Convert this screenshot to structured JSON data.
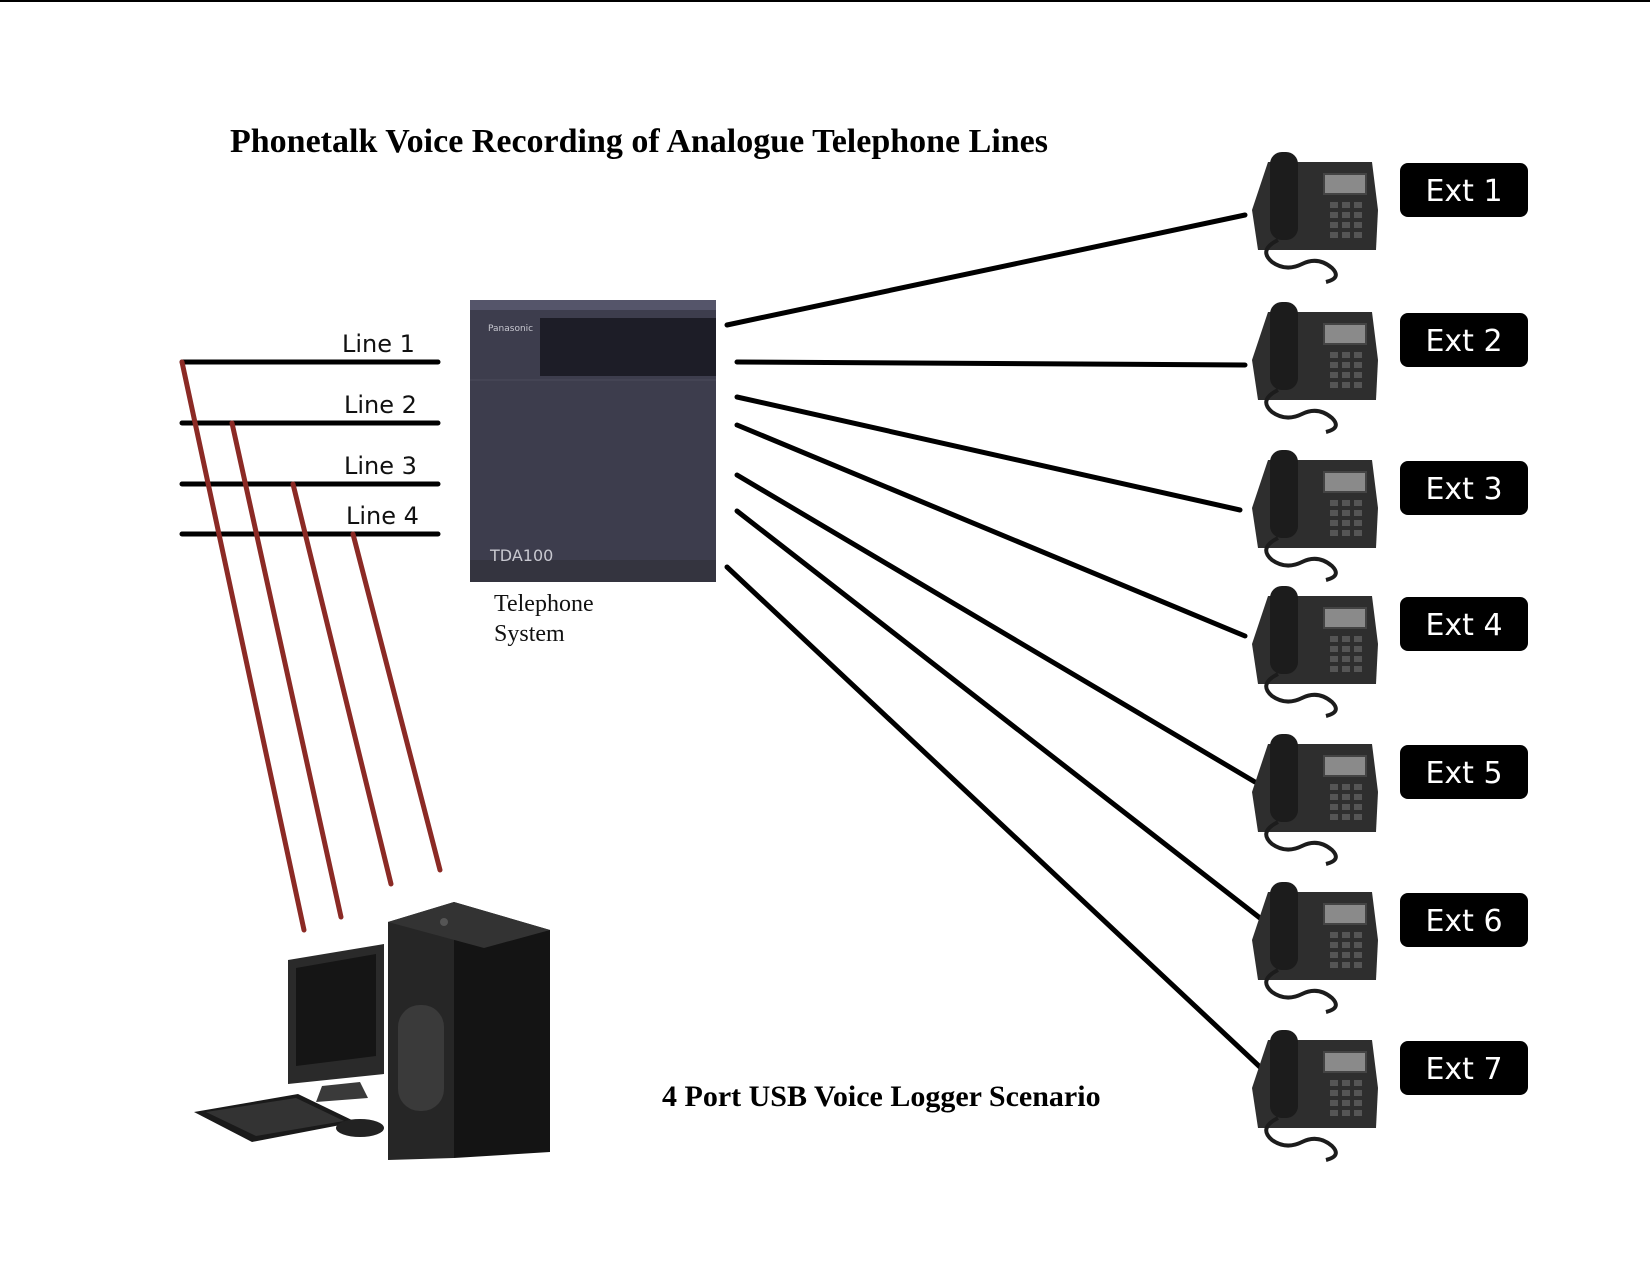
{
  "title": "Phonetalk Voice Recording of Analogue Telephone Lines",
  "lines": [
    "Line 1",
    "Line 2",
    "Line 3",
    "Line 4"
  ],
  "pbx": {
    "caption_line1": "Telephone",
    "caption_line2": "System",
    "brand": "Panasonic",
    "model": "TDA100"
  },
  "extensions": [
    "Ext 1",
    "Ext 2",
    "Ext 3",
    "Ext 4",
    "Ext 5",
    "Ext 6",
    "Ext 7"
  ],
  "scenario_caption": "4 Port USB Voice Logger  Scenario",
  "colors": {
    "wire": "#000000",
    "tap_wire": "#8b2a25",
    "ext_badge": "#000000"
  },
  "icons": [
    "desk-phone-icon",
    "pbx-unit-icon",
    "desktop-computer-icon"
  ]
}
